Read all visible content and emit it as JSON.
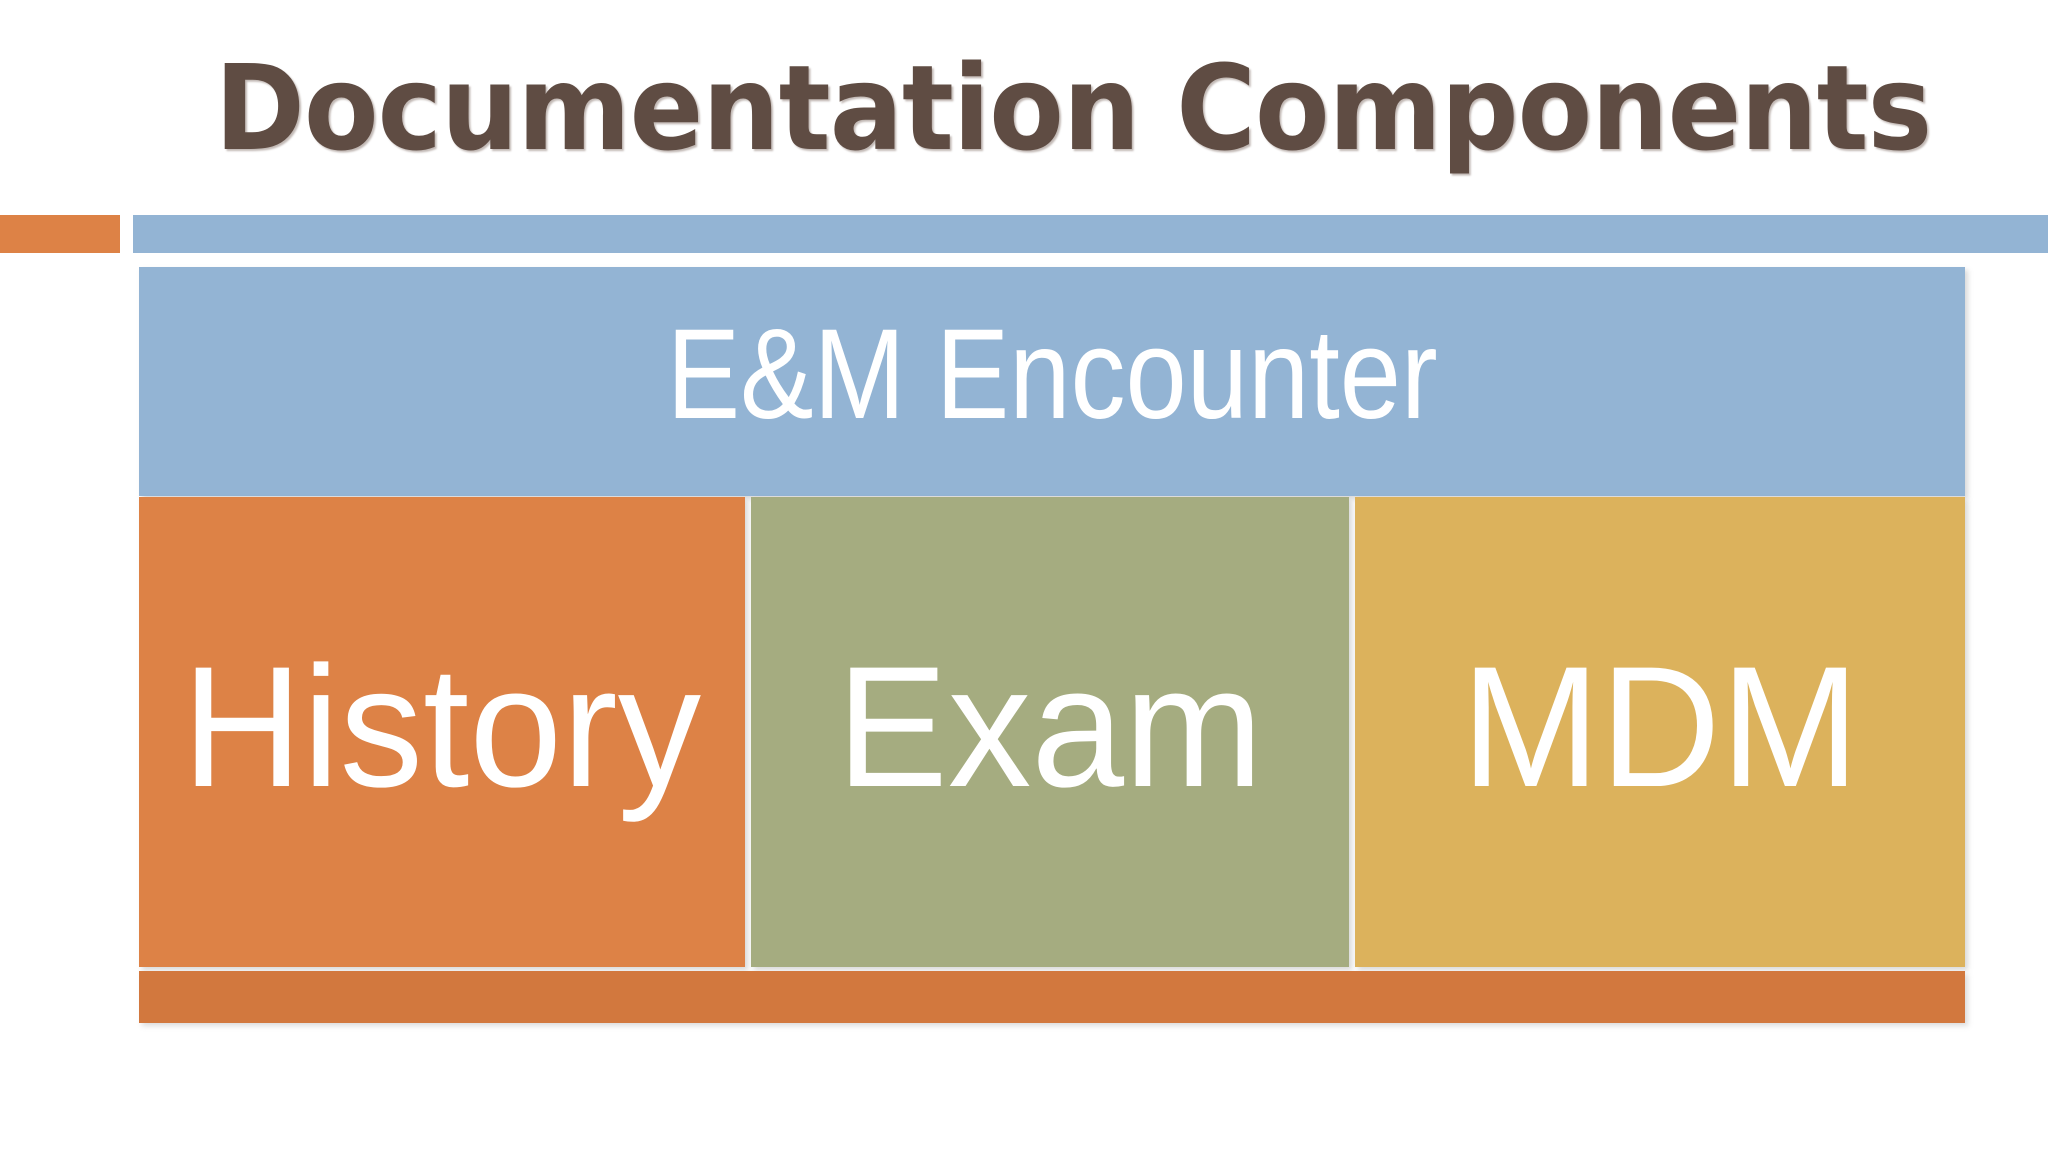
{
  "slide": {
    "title": "Documentation Components",
    "background_color": "#ffffff",
    "title_color": "#5f4c43"
  },
  "accent_rule": {
    "left_block_color": "#dd8246",
    "right_block_color": "#93b4d4"
  },
  "diagram": {
    "type": "hierarchy",
    "parent": {
      "label": "E&M Encounter",
      "fill_color": "#93b4d4",
      "text_color": "#ffffff"
    },
    "children": [
      {
        "label": "History",
        "fill_color": "#dd8246",
        "text_color": "#ffffff"
      },
      {
        "label": "Exam",
        "fill_color": "#a5ac80",
        "text_color": "#ffffff"
      },
      {
        "label": "MDM",
        "fill_color": "#dcb25c",
        "text_color": "#ffffff"
      }
    ]
  },
  "footer": {
    "bar_color": "#d2783e"
  }
}
